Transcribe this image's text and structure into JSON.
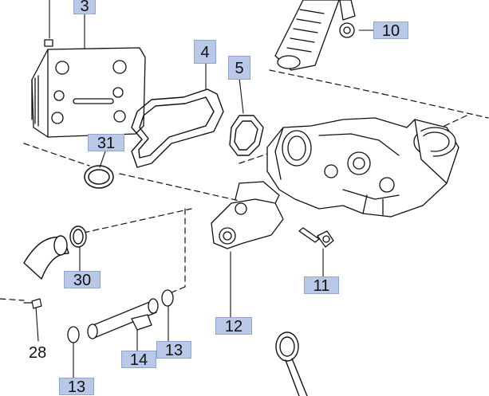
{
  "diagram": {
    "callouts": [
      {
        "id": "c3",
        "label": "3"
      },
      {
        "id": "c10",
        "label": "10"
      },
      {
        "id": "c4",
        "label": "4"
      },
      {
        "id": "c5",
        "label": "5"
      },
      {
        "id": "c31",
        "label": "31"
      },
      {
        "id": "c30",
        "label": "30"
      },
      {
        "id": "c11",
        "label": "11"
      },
      {
        "id": "c12",
        "label": "12"
      },
      {
        "id": "c13a",
        "label": "13"
      },
      {
        "id": "c14",
        "label": "14"
      },
      {
        "id": "c13b",
        "label": "13"
      },
      {
        "id": "c28",
        "label": "28"
      }
    ]
  }
}
